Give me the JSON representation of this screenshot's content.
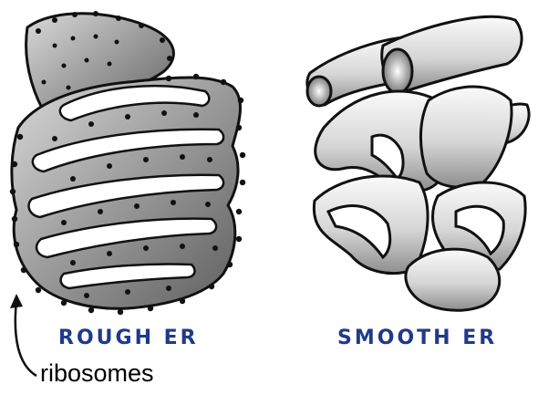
{
  "labels": {
    "rough": "ROUGH ER",
    "smooth": "SMOOTH ER",
    "pointer": "ribosomes"
  },
  "colors": {
    "outline": "#111111",
    "label_blue": "#1f3a8a",
    "shade_dark": "#6e6e6e",
    "shade_light": "#f2f2f2",
    "ribosome": "#111111"
  }
}
